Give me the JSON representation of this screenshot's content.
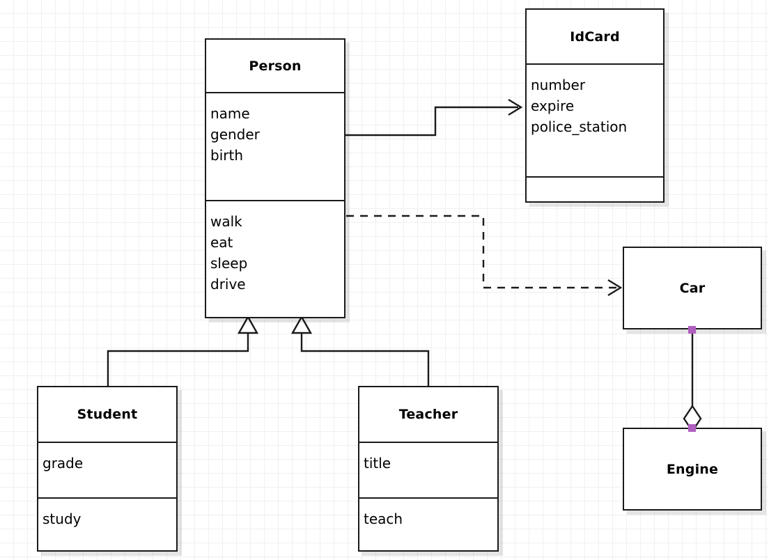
{
  "diagram": {
    "kind": "uml-class-diagram",
    "background": "#ffffff",
    "grid_color": "#f0f0f0",
    "grid_size": 20,
    "line_color": "#1a1a1a",
    "handle_color": "#b05ec0",
    "classes": [
      {
        "id": "person",
        "name": "Person",
        "attributes": [
          "name",
          "gender",
          "birth"
        ],
        "methods": [
          "walk",
          "eat",
          "sleep",
          "drive"
        ]
      },
      {
        "id": "idcard",
        "name": "IdCard",
        "attributes": [
          "number",
          "expire",
          "police_station"
        ],
        "methods": []
      },
      {
        "id": "student",
        "name": "Student",
        "attributes": [
          "grade"
        ],
        "methods": [
          "study"
        ]
      },
      {
        "id": "teacher",
        "name": "Teacher",
        "attributes": [
          "title"
        ],
        "methods": [
          "teach"
        ]
      },
      {
        "id": "car",
        "name": "Car",
        "attributes": [],
        "methods": []
      },
      {
        "id": "engine",
        "name": "Engine",
        "attributes": [],
        "methods": []
      }
    ],
    "relations": [
      {
        "id": "person-idcard",
        "type": "association",
        "from": "Person",
        "to": "IdCard",
        "style": "solid",
        "arrow": "open"
      },
      {
        "id": "person-car",
        "type": "dependency",
        "from": "Person",
        "to": "Car",
        "style": "dashed",
        "arrow": "open"
      },
      {
        "id": "student-person",
        "type": "generalization",
        "from": "Student",
        "to": "Person",
        "style": "solid",
        "arrow": "hollow-triangle"
      },
      {
        "id": "teacher-person",
        "type": "generalization",
        "from": "Teacher",
        "to": "Person",
        "style": "solid",
        "arrow": "hollow-triangle"
      },
      {
        "id": "car-engine",
        "type": "aggregation",
        "from": "Car",
        "to": "Engine",
        "style": "solid",
        "arrow": "hollow-diamond",
        "selected": true
      }
    ]
  }
}
